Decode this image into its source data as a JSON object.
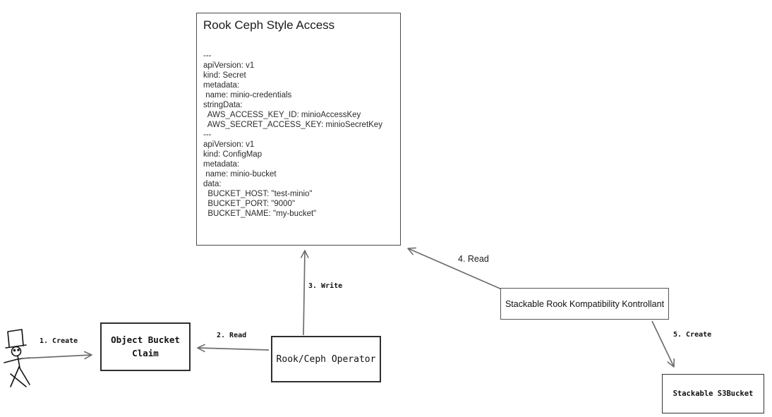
{
  "diagram": {
    "main_box": {
      "title": "Rook Ceph Style Access",
      "yaml": "---\napiVersion: v1\nkind: Secret\nmetadata:\n name: minio-credentials\nstringData:\n  AWS_ACCESS_KEY_ID: minioAccessKey\n  AWS_SECRET_ACCESS_KEY: minioSecretKey\n---\napiVersion: v1\nkind: ConfigMap\nmetadata:\n name: minio-bucket\ndata:\n  BUCKET_HOST: \"test-minio\"\n  BUCKET_PORT: \"9000\"\n  BUCKET_NAME: \"my-bucket\""
    },
    "nodes": {
      "object_bucket_claim": "Object Bucket Claim",
      "rook_ceph_operator": "Rook/Ceph Operator",
      "stackable_kontrollant": "Stackable Rook Kompatibility Kontrollant",
      "stackable_s3bucket": "Stackable S3Bucket"
    },
    "edges": {
      "e1": "1. Create",
      "e2": "2. Read",
      "e3": "3. Write",
      "e4": "4. Read",
      "e5": "5. Create"
    },
    "colors": {
      "ink": "#111111",
      "box_border": "#2f2f2f",
      "arrow": "#6e6e6e",
      "background": "#ffffff"
    }
  }
}
